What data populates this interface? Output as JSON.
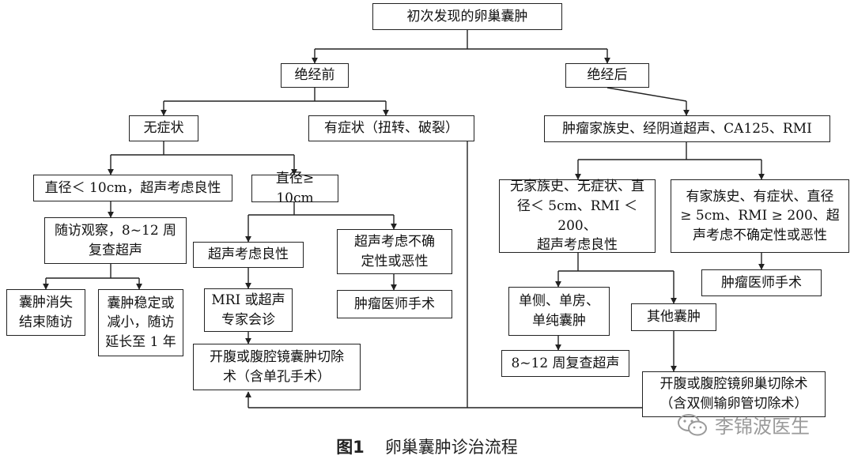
{
  "nodes": {
    "root": "初次发现的卵巢囊肿",
    "premenopause": "绝经前",
    "postmenopause": "绝经后",
    "asymptomatic": "无症状",
    "symptomatic": "有症状（扭转、破裂）",
    "diam_small": "直径＜ 10cm，超声考虑良性",
    "diam_large": "直径≥ 10cm",
    "follow_up": "随访观察，8~12 周\n复查超声",
    "resolved": "囊肿消失\n结束随访",
    "stable": "囊肿稳定或\n减小，随访\n延长至 1 年",
    "us_benign": "超声考虑良性",
    "mri_consult": "MRI 或超声\n专家会诊",
    "laparo_cystectomy": "开腹或腹腔镜囊肿切除\n术（含单孔手术）",
    "us_uncertain": "超声考虑不确\n定性或恶性",
    "onc_surgery_left": "肿瘤医师手术",
    "eval": "肿瘤家族史、经阴道超声、CA125、RMI",
    "low_risk": "无家族史、无症状、直\n径＜ 5cm、RMI ＜ 200、\n超声考虑良性",
    "high_risk": "有家族史、有症状、直径\n≥ 5cm、RMI ≥ 200、超\n声考虑不确定性或恶性",
    "onc_surgery_right": "肿瘤医师手术",
    "simple_cyst": "单侧、单房、\n单纯囊肿",
    "other_cyst": "其他囊肿",
    "recheck": "8~12 周复查超声",
    "laparo_oophorectomy": "开腹或腹腔镜卵巢切除术\n（含双侧输卵管切除术）"
  },
  "caption": {
    "figure_no": "图1",
    "title": "卵巢囊肿诊治流程"
  },
  "watermark": "李锦波医生"
}
